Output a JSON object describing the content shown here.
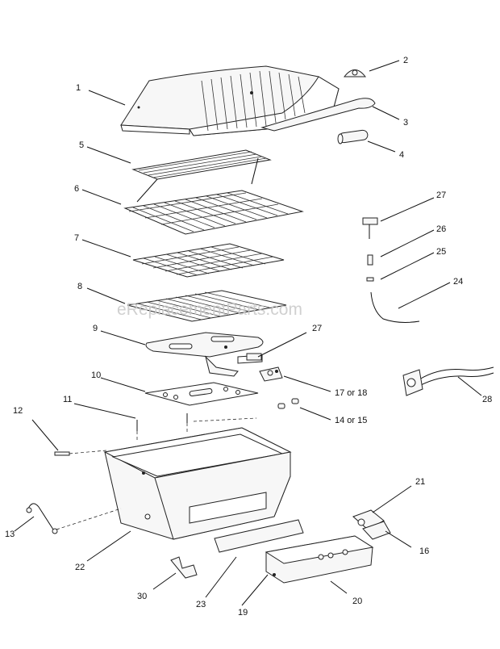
{
  "watermark": "eReplacementParts.com",
  "callouts": {
    "c1": "1",
    "c2": "2",
    "c3": "3",
    "c4": "4",
    "c5": "5",
    "c6": "6",
    "c7": "7",
    "c8": "8",
    "c9": "9",
    "c10": "10",
    "c11": "11",
    "c12": "12",
    "c13": "13",
    "c14": "14 or 15",
    "c16": "16",
    "c17": "17 or 18",
    "c19": "19",
    "c20": "20",
    "c21": "21",
    "c22": "22",
    "c23": "23",
    "c24": "24",
    "c25": "25",
    "c26": "26",
    "c27a": "27",
    "c27b": "27",
    "c28": "28",
    "c30": "30"
  },
  "colors": {
    "line": "#222222",
    "fill": "#f7f7f7",
    "watermark": "#c8c8c8"
  }
}
